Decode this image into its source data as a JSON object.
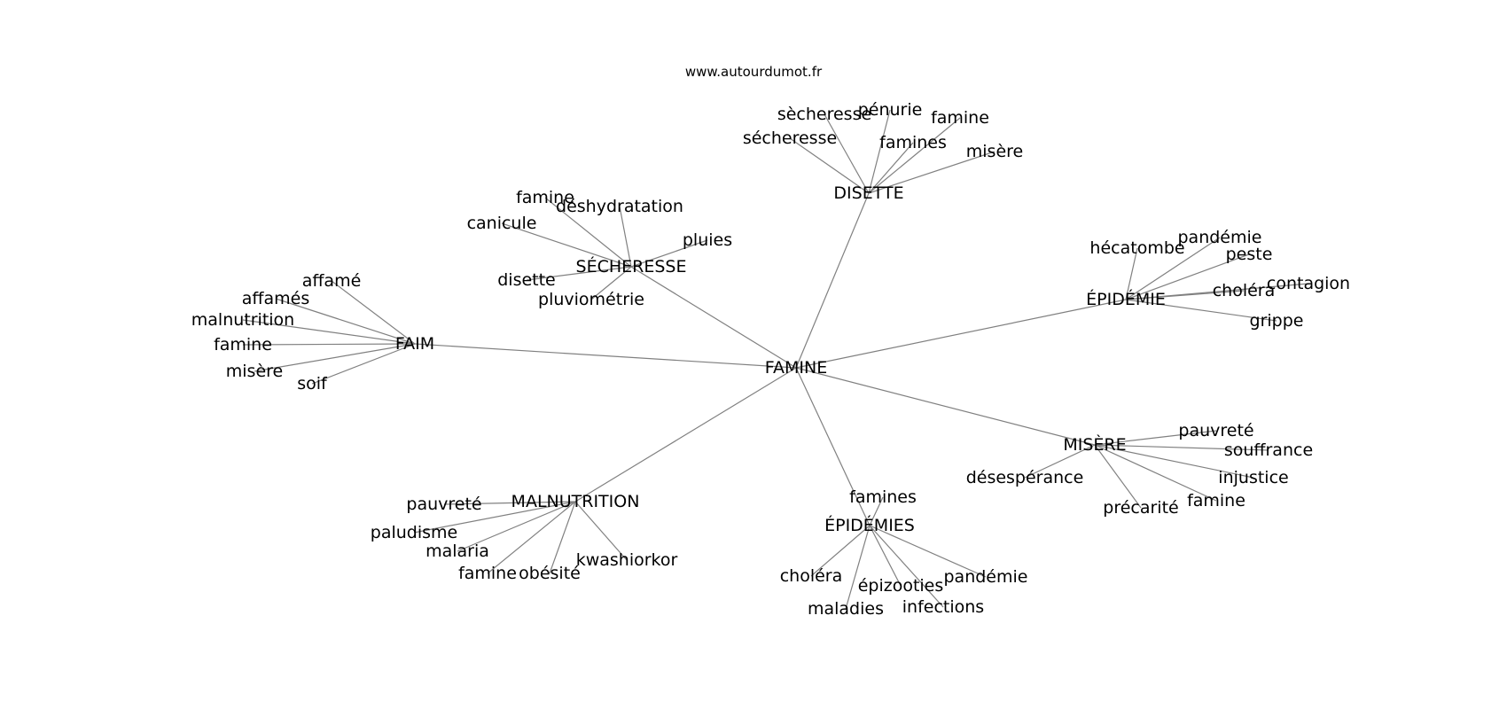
{
  "source": "www.autourdumot.fr",
  "graph": {
    "center": "FAMINE",
    "clusters": [
      {
        "hub": "DISETTE",
        "leaves": [
          "sècheresse",
          "pénurie",
          "famine",
          "sécheresse",
          "famines",
          "misère"
        ]
      },
      {
        "hub": "SÉCHERESSE",
        "leaves": [
          "famine",
          "déshydratation",
          "canicule",
          "pluies",
          "disette",
          "pluviométrie"
        ]
      },
      {
        "hub": "ÉPIDÉMIE",
        "leaves": [
          "hécatombe",
          "pandémie",
          "peste",
          "choléra",
          "contagion",
          "grippe"
        ]
      },
      {
        "hub": "FAIM",
        "leaves": [
          "affamé",
          "affamés",
          "malnutrition",
          "famine",
          "misère",
          "soif"
        ]
      },
      {
        "hub": "MISÈRE",
        "leaves": [
          "pauvreté",
          "souffrance",
          "désespérance",
          "injustice",
          "famine",
          "précarité"
        ]
      },
      {
        "hub": "MALNUTRITION",
        "leaves": [
          "pauvreté",
          "paludisme",
          "malaria",
          "famine",
          "obésité",
          "kwashiorkor"
        ]
      },
      {
        "hub": "ÉPIDÉMIES",
        "leaves": [
          "famines",
          "choléra",
          "épizooties",
          "pandémie",
          "maladies",
          "infections"
        ]
      }
    ]
  }
}
